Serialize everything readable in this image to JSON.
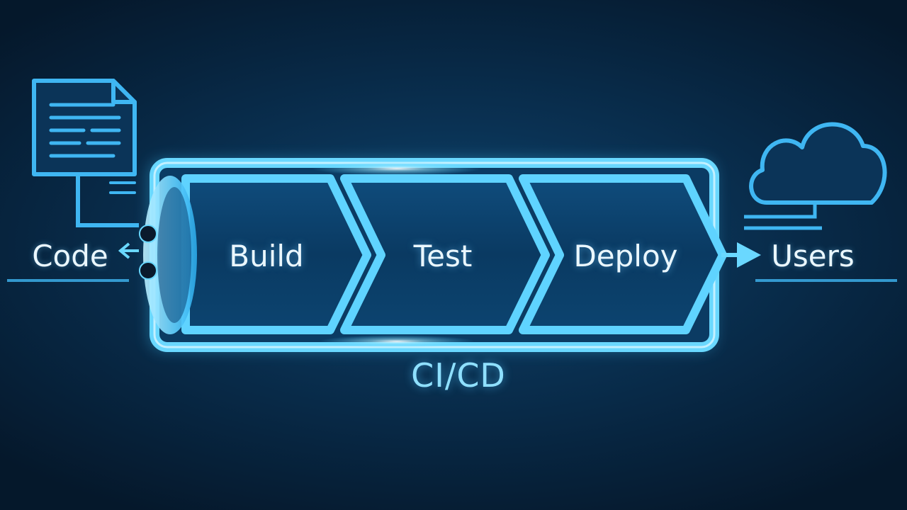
{
  "diagram": {
    "source_label": "Code",
    "target_label": "Users",
    "stages": [
      {
        "label": "Build"
      },
      {
        "label": "Test"
      },
      {
        "label": "Deploy"
      }
    ],
    "caption": "CI/CD"
  },
  "colors": {
    "background": "#072540",
    "glow": "#4fd2ff",
    "stage_fill": "#0a3a62",
    "icon_stroke": "#3fb6f2",
    "text": "#eaf7ff",
    "caption": "#8fe0ff"
  },
  "icons": {
    "source": "document-icon",
    "target": "cloud-icon"
  }
}
